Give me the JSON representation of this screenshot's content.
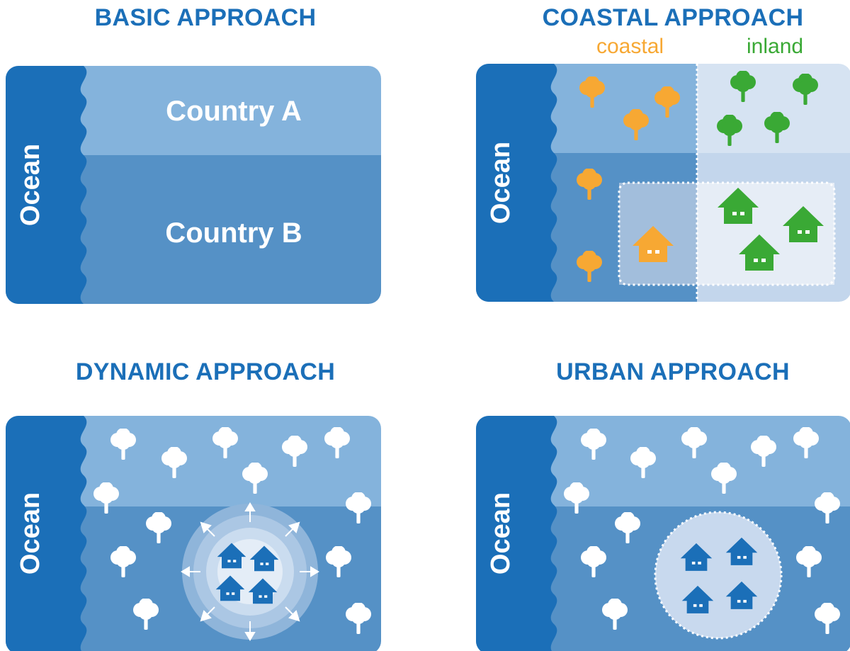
{
  "titles": {
    "basic": "BASIC APPROACH",
    "coastal": "COASTAL APPROACH",
    "dynamic": "DYNAMIC APPROACH",
    "urban": "URBAN APPROACH"
  },
  "coastal_legend": {
    "coastal": "coastal",
    "inland": "inland"
  },
  "ocean_label": "Ocean",
  "basic": {
    "country_a": "Country A",
    "country_b": "Country B"
  },
  "colors": {
    "title_blue": "#1b6fb8",
    "ocean": "#1b6fb8",
    "land_light": "#84b3dc",
    "land_mid": "#5591c6",
    "coastal_orange": "#f7a833",
    "inland_green": "#3aa935",
    "inland_light": "#d6e3f2",
    "inland_mid": "#c3d6ec",
    "house_blue": "#1b6fb8"
  }
}
